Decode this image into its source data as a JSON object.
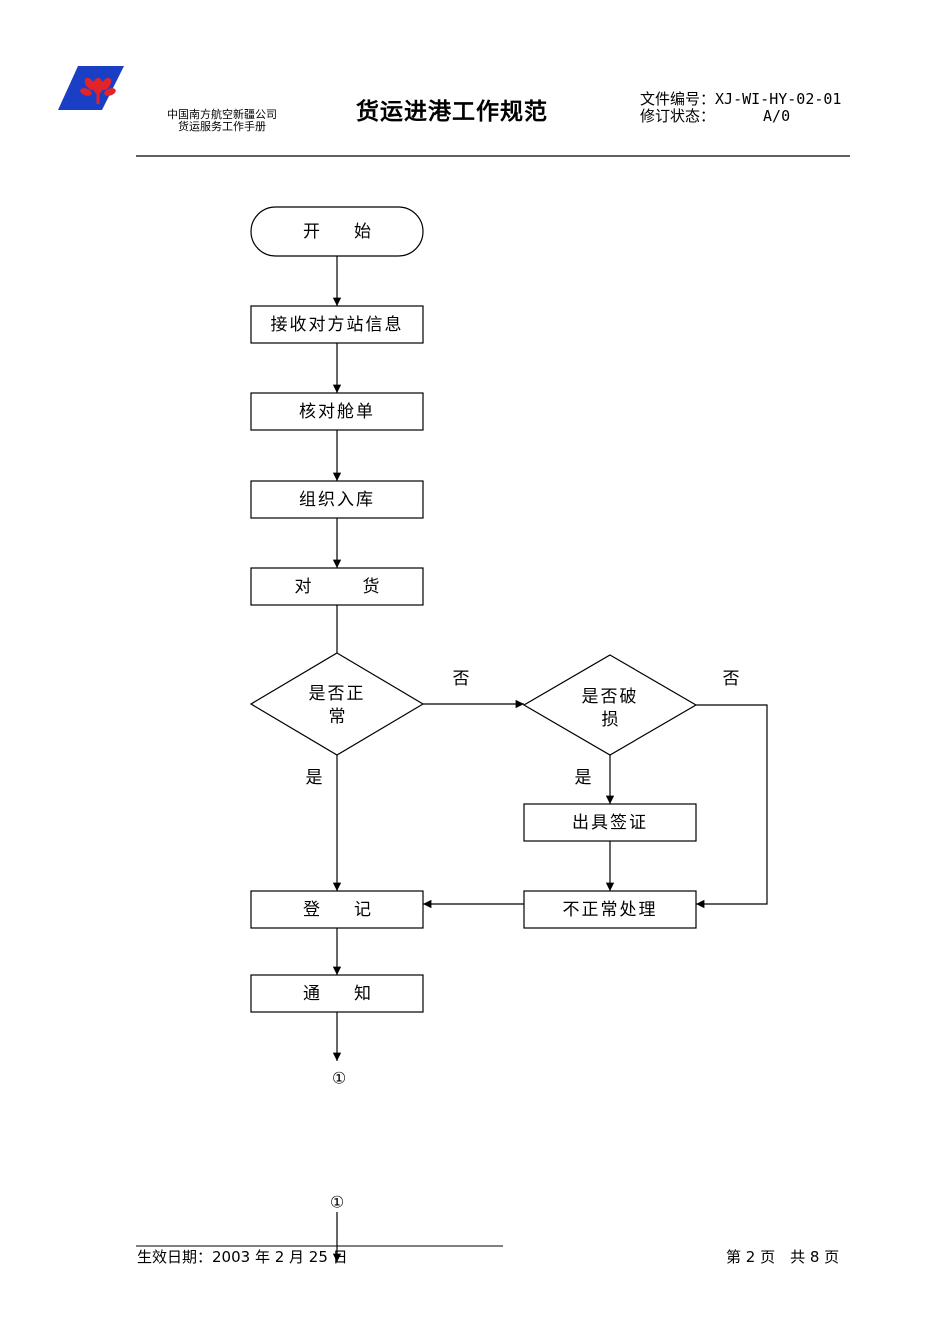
{
  "header": {
    "company_line1": "中国南方航空新疆公司",
    "company_line2": "货运服务工作手册",
    "title": "货运进港工作规范",
    "doc_number_label": "文件编号：",
    "doc_number": "XJ-WI-HY-02-01",
    "revision_label": "修订状态：",
    "revision": "A/0"
  },
  "flow": {
    "start": "开　　始",
    "receive_info": "接收对方站信息",
    "check_manifest": "核对舱单",
    "warehouse": "组织入库",
    "check_goods": "对　　　货",
    "is_normal_line1": "是否正",
    "is_normal_line2": "常",
    "is_damaged_line1": "是否破",
    "is_damaged_line2": "损",
    "no_label_1": "否",
    "no_label_2": "否",
    "yes_label_1": "是",
    "yes_label_2": "是",
    "certificate": "出具签证",
    "register": "登　　记",
    "irregular": "不正常处理",
    "notify": "通　　知",
    "connector_out": "①",
    "connector_in": "①"
  },
  "footer": {
    "effective_date": "生效日期：2003 年 2 月 25 日",
    "page": "第 2 页　共 8 页"
  }
}
